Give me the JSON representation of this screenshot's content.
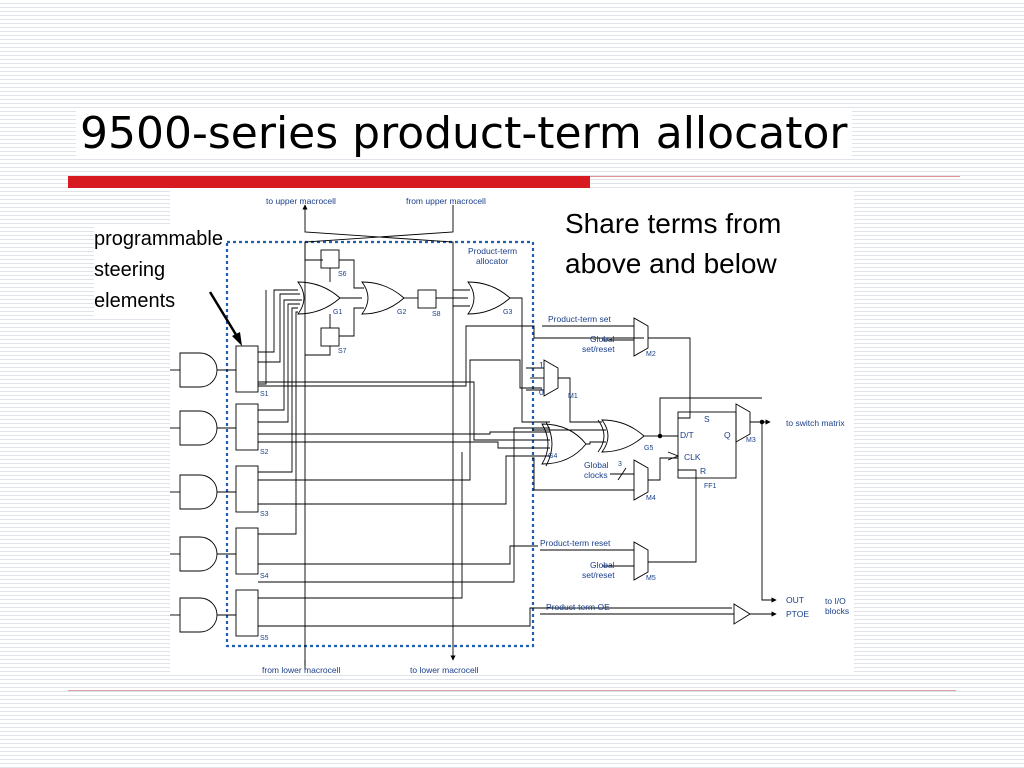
{
  "slide": {
    "title": "9500-series product-term allocator",
    "annotation_left": [
      "programmable",
      "steering",
      "elements"
    ],
    "annotation_right": [
      "Share terms from",
      "above and below"
    ]
  },
  "diagram": {
    "top_labels": {
      "to_upper": "to upper macrocell",
      "from_upper": "from upper macrocell"
    },
    "bottom_labels": {
      "from_lower": "from lower macrocell",
      "to_lower": "to lower macrocell"
    },
    "allocator_label": [
      "Product-term",
      "allocator"
    ],
    "steering": [
      "S1",
      "S2",
      "S3",
      "S4",
      "S5",
      "S6",
      "S7",
      "S8"
    ],
    "gates": [
      "G1",
      "G2",
      "G3",
      "G4",
      "G5"
    ],
    "muxes": [
      "M1",
      "M2",
      "M3",
      "M4",
      "M5"
    ],
    "mux_inputs": {
      "m1_one": "1",
      "m1_zero": "0"
    },
    "signals": {
      "pt_set": "Product-term set",
      "global_set": [
        "Global",
        "set/reset"
      ],
      "global_clocks": [
        "Global",
        "clocks"
      ],
      "clock_bus": "3",
      "pt_reset": "Product-term reset",
      "global_reset": [
        "Global",
        "set/reset"
      ],
      "pt_oe": "Product-term OE"
    },
    "flipflop": {
      "name": "FF1",
      "s": "S",
      "dt": "D/T",
      "q": "Q",
      "clk": "CLK",
      "r": "R"
    },
    "outputs": {
      "switch": "to switch matrix",
      "out": "OUT",
      "ptoe": "PTOE",
      "io": [
        "to I/O",
        "blocks"
      ]
    }
  }
}
